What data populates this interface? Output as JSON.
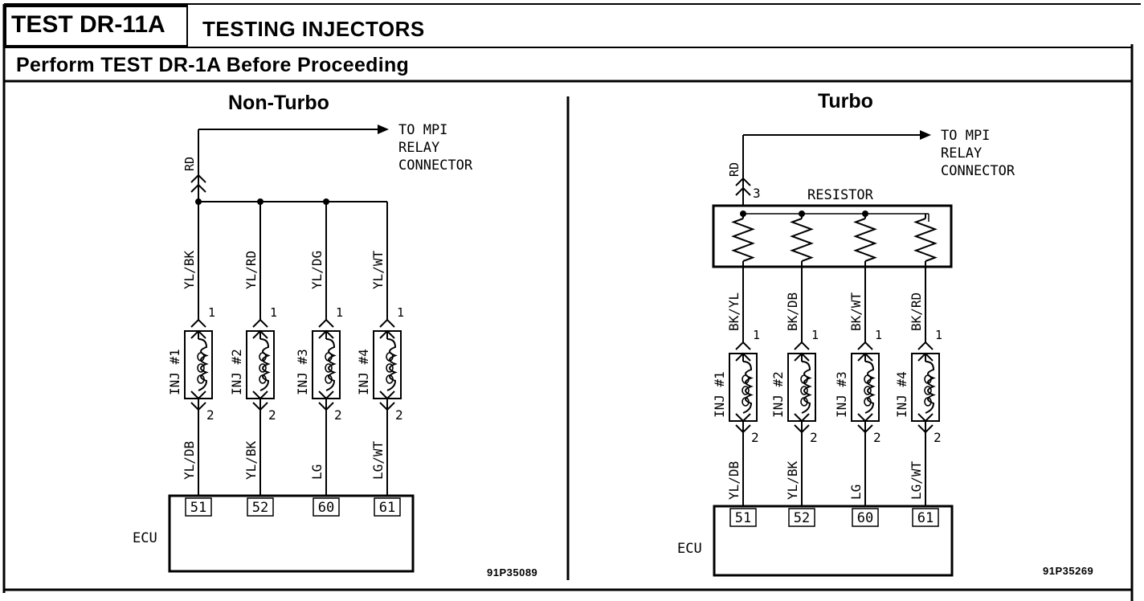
{
  "header": {
    "test_id": "TEST DR-11A",
    "title": "TESTING INJECTORS",
    "subtitle": "Perform TEST DR-1A Before Proceeding"
  },
  "panels": [
    {
      "title": "Non-Turbo",
      "feed_wire": "RD",
      "destination": [
        "TO MPI",
        "RELAY",
        "CONNECTOR"
      ],
      "has_resistor": false,
      "injectors": [
        {
          "label": "INJ #1",
          "supply_wire": "YL/BK",
          "ecu_wire": "YL/DB",
          "ecu_pin": "51",
          "pin_in": "1",
          "pin_out": "2"
        },
        {
          "label": "INJ #2",
          "supply_wire": "YL/RD",
          "ecu_wire": "YL/BK",
          "ecu_pin": "52",
          "pin_in": "1",
          "pin_out": "2"
        },
        {
          "label": "INJ #3",
          "supply_wire": "YL/DG",
          "ecu_wire": "LG",
          "ecu_pin": "60",
          "pin_in": "1",
          "pin_out": "2"
        },
        {
          "label": "INJ #4",
          "supply_wire": "YL/WT",
          "ecu_wire": "LG/WT",
          "ecu_pin": "61",
          "pin_in": "1",
          "pin_out": "2"
        }
      ],
      "ecu_label": "ECU",
      "part_number": "91P35089"
    },
    {
      "title": "Turbo",
      "feed_wire": "RD",
      "destination": [
        "TO MPI",
        "RELAY",
        "CONNECTOR"
      ],
      "has_resistor": true,
      "resistor_label": "RESISTOR",
      "resistor_pin": "3",
      "injectors": [
        {
          "label": "INJ #1",
          "supply_wire": "BK/YL",
          "ecu_wire": "YL/DB",
          "ecu_pin": "51",
          "pin_in": "1",
          "pin_out": "2"
        },
        {
          "label": "INJ #2",
          "supply_wire": "BK/DB",
          "ecu_wire": "YL/BK",
          "ecu_pin": "52",
          "pin_in": "1",
          "pin_out": "2"
        },
        {
          "label": "INJ #3",
          "supply_wire": "BK/WT",
          "ecu_wire": "LG",
          "ecu_pin": "60",
          "pin_in": "1",
          "pin_out": "2"
        },
        {
          "label": "INJ #4",
          "supply_wire": "BK/RD",
          "ecu_wire": "LG/WT",
          "ecu_pin": "61",
          "pin_in": "1",
          "pin_out": "2"
        }
      ],
      "ecu_label": "ECU",
      "part_number": "91P35269"
    }
  ]
}
